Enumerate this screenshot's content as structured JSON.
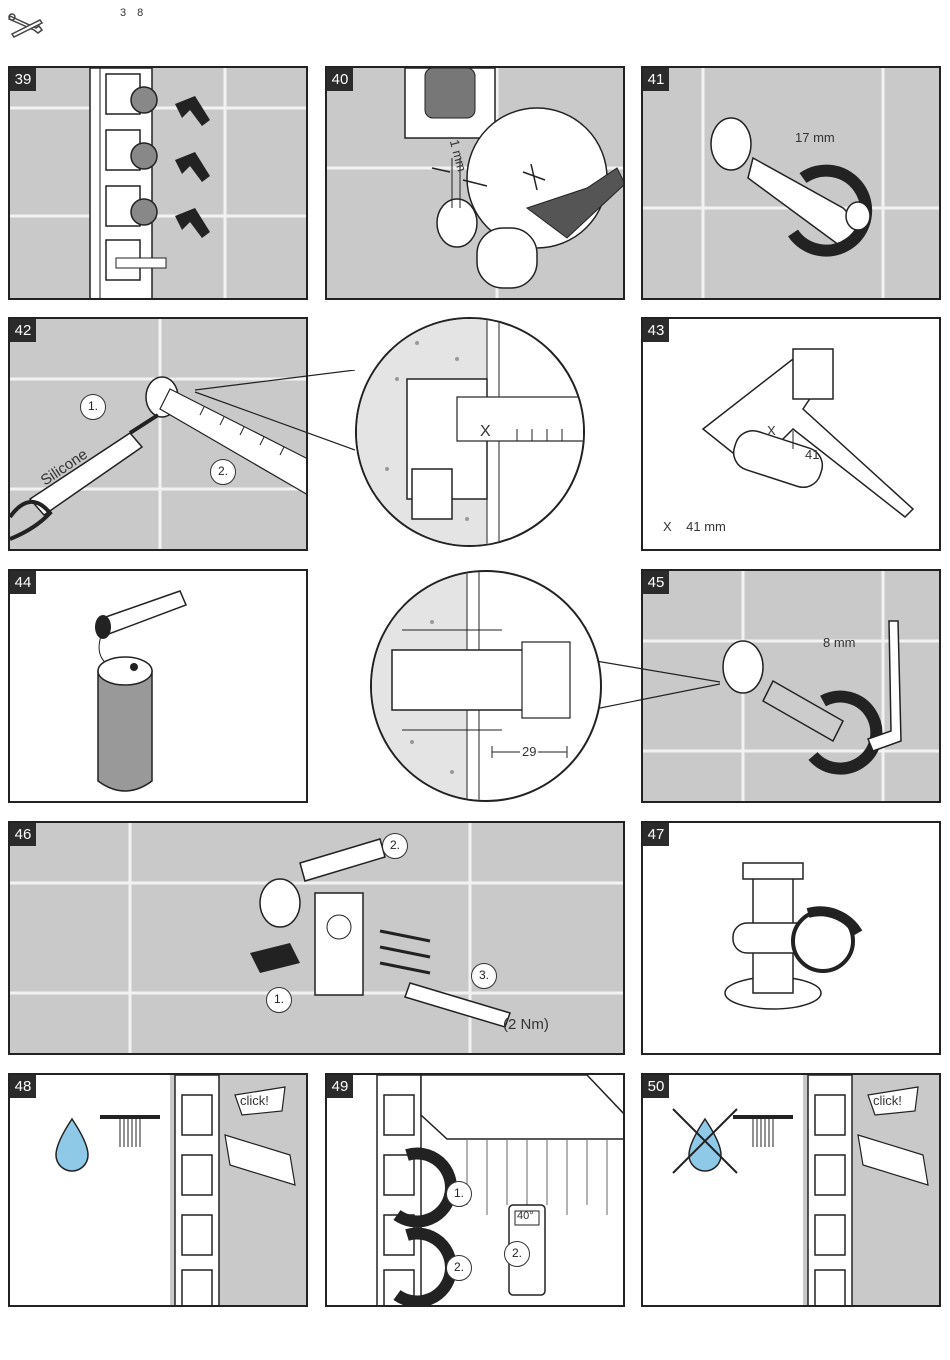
{
  "header": {
    "page_number": "3 8",
    "icon": "wrench-icon"
  },
  "steps": {
    "s39": {
      "num": "39"
    },
    "s40": {
      "num": "40",
      "gap": "1 mm"
    },
    "s41": {
      "num": "41",
      "size": "17 mm"
    },
    "s42": {
      "num": "42",
      "marker1": "1.",
      "marker2": "2.",
      "tube_text": "Silicone",
      "detail_mark": "X"
    },
    "s43": {
      "num": "43",
      "cut_mark": "X",
      "cut_value": "41",
      "measure": "X    41 mm"
    },
    "s44": {
      "num": "44",
      "dimension": "29"
    },
    "s45": {
      "num": "45",
      "size": "8 mm"
    },
    "s46": {
      "num": "46",
      "marker1": "1.",
      "marker2": "2.",
      "marker3": "3.",
      "torque": "(2 Nm)"
    },
    "s47": {
      "num": "47"
    },
    "s48": {
      "num": "48",
      "click": "click!"
    },
    "s49": {
      "num": "49",
      "marker1": "1.",
      "marker2": "2.",
      "marker2b": "2.",
      "temp": "40°"
    },
    "s50": {
      "num": "50",
      "click": "click!"
    }
  },
  "colors": {
    "tile": "#c9c9c9",
    "grout": "#f2f2f2",
    "water": "#8ec9e8",
    "outline": "#222222"
  }
}
